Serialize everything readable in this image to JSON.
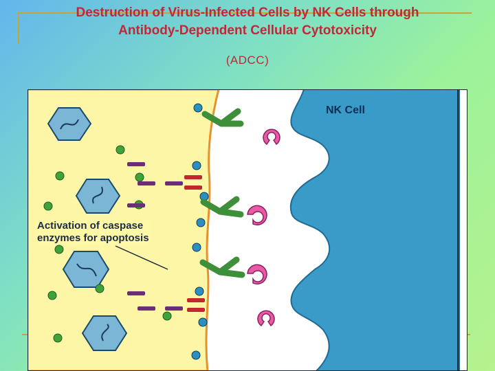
{
  "title": {
    "line1": "Destruction of Virus-Infected Cells by NK Cells through",
    "line2": "Antibody-Dependent Cellular Cytotoxicity",
    "abbrev": "(ADCC)"
  },
  "diagram": {
    "nk_cell_label": "NK Cell",
    "caspase_label": {
      "line1": "Activation of caspase",
      "line2": "enzymes for apoptosis"
    }
  },
  "colors": {
    "infected_cell": "#fdf6a6",
    "nk_cell": "#3a9bc9",
    "antibody": "#3e8f3a",
    "receptor": "#e85aa6",
    "granule": "#6d2c7a",
    "title_text": "#c0283a"
  }
}
